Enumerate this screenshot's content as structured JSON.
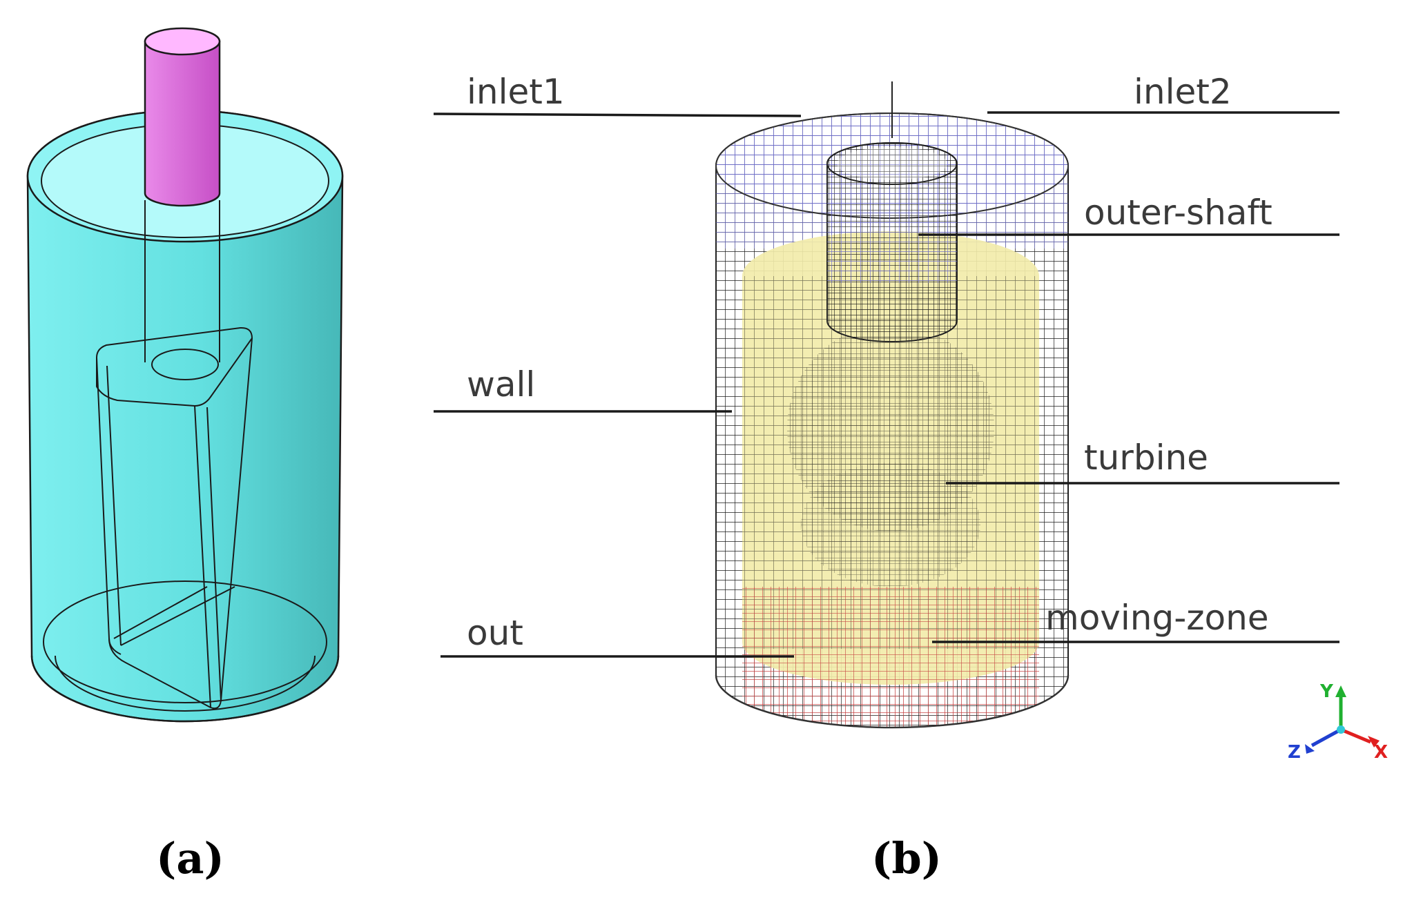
{
  "panel_a": {
    "caption": "(a)",
    "colors": {
      "vessel": "#66e6e6",
      "shaft": "#e070e0",
      "edge": "#1a1a1a"
    }
  },
  "panel_b": {
    "caption": "(b)",
    "labels": {
      "inlet1": "inlet1",
      "inlet2": "inlet2",
      "outer_shaft": "outer-shaft",
      "wall": "wall",
      "turbine": "turbine",
      "out": "out",
      "moving_zone": "moving-zone"
    },
    "colors": {
      "mesh_wall": "#111111",
      "inlet_region": "#7a7ad6",
      "turbine_region": "#f0eaa0",
      "moving_zone_region": "#d04848"
    }
  },
  "axes_triad": {
    "x": "X",
    "y": "Y",
    "z": "Z",
    "colors": {
      "x": "#e02020",
      "y": "#20b030",
      "z": "#2040d0",
      "origin": "#30c8d8"
    }
  }
}
